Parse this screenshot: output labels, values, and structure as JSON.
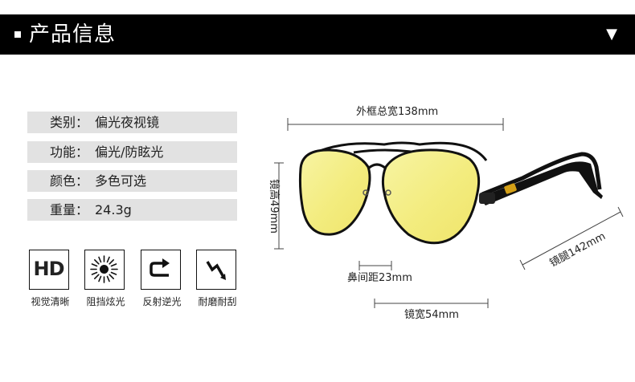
{
  "header": {
    "title": "产品信息",
    "chevron": "▼",
    "background": "#000000",
    "icons": [
      "square-bullet-icon",
      "chevron-down-icon"
    ]
  },
  "specs": [
    {
      "label": "类别：",
      "value": "偏光夜视镜"
    },
    {
      "label": "功能：",
      "value": "偏光/防眩光"
    },
    {
      "label": "颜色：",
      "value": "多色可选"
    },
    {
      "label": "重量：",
      "value": "24.3g"
    }
  ],
  "features": [
    {
      "icon": "hd-icon",
      "icon_text": "HD",
      "caption": "视觉清晰"
    },
    {
      "icon": "sun-glare-icon",
      "caption": "阻挡炫光"
    },
    {
      "icon": "reflect-arrow-icon",
      "caption": "反射逆光"
    },
    {
      "icon": "scratch-bolt-icon",
      "caption": "耐磨耐刮"
    }
  ],
  "dimensions": {
    "frame_width": "外框总宽138mm",
    "lens_height": "镜高49mm",
    "bridge": "鼻间距23mm",
    "lens_width": "镜宽54mm",
    "temple": "镜腿142mm"
  },
  "colors": {
    "spec_row_bg": "#e2e2e2",
    "lens": "#f4ef86",
    "frame": "#111111",
    "hinge_accent": "#d4a017"
  }
}
